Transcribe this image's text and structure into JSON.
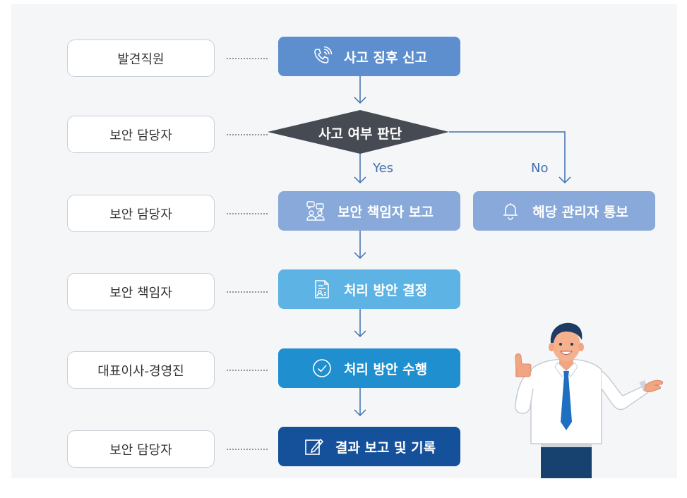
{
  "roles": [
    "발견직원",
    "보안 담당자",
    "보안 담당자",
    "보안 책임자",
    "대표이사-경영진",
    "보안 담당자"
  ],
  "steps": {
    "report_sign": "사고 징후 신고",
    "decision": "사고 여부 판단",
    "report_officer": "보안 책임자 보고",
    "decide_plan": "처리 방안 결정",
    "execute_plan": "처리 방안 수행",
    "final_report": "결과 보고 및 기록",
    "notify_manager": "해당 관리자 통보"
  },
  "branches": {
    "yes": "Yes",
    "no": "No"
  },
  "colors": {
    "report_sign": "#5d8fcf",
    "decision": "#464a52",
    "report_officer": "#88a9d9",
    "notify_manager": "#88a9d9",
    "decide_plan": "#5db3e3",
    "execute_plan": "#1f8fd0",
    "final_report": "#15509a",
    "arrow": "#3f6fae"
  },
  "icons": {
    "report_sign": "phone-icon",
    "report_officer": "chat-people-icon",
    "decide_plan": "document-icon",
    "execute_plan": "check-circle-icon",
    "final_report": "edit-icon",
    "notify_manager": "bell-icon"
  }
}
